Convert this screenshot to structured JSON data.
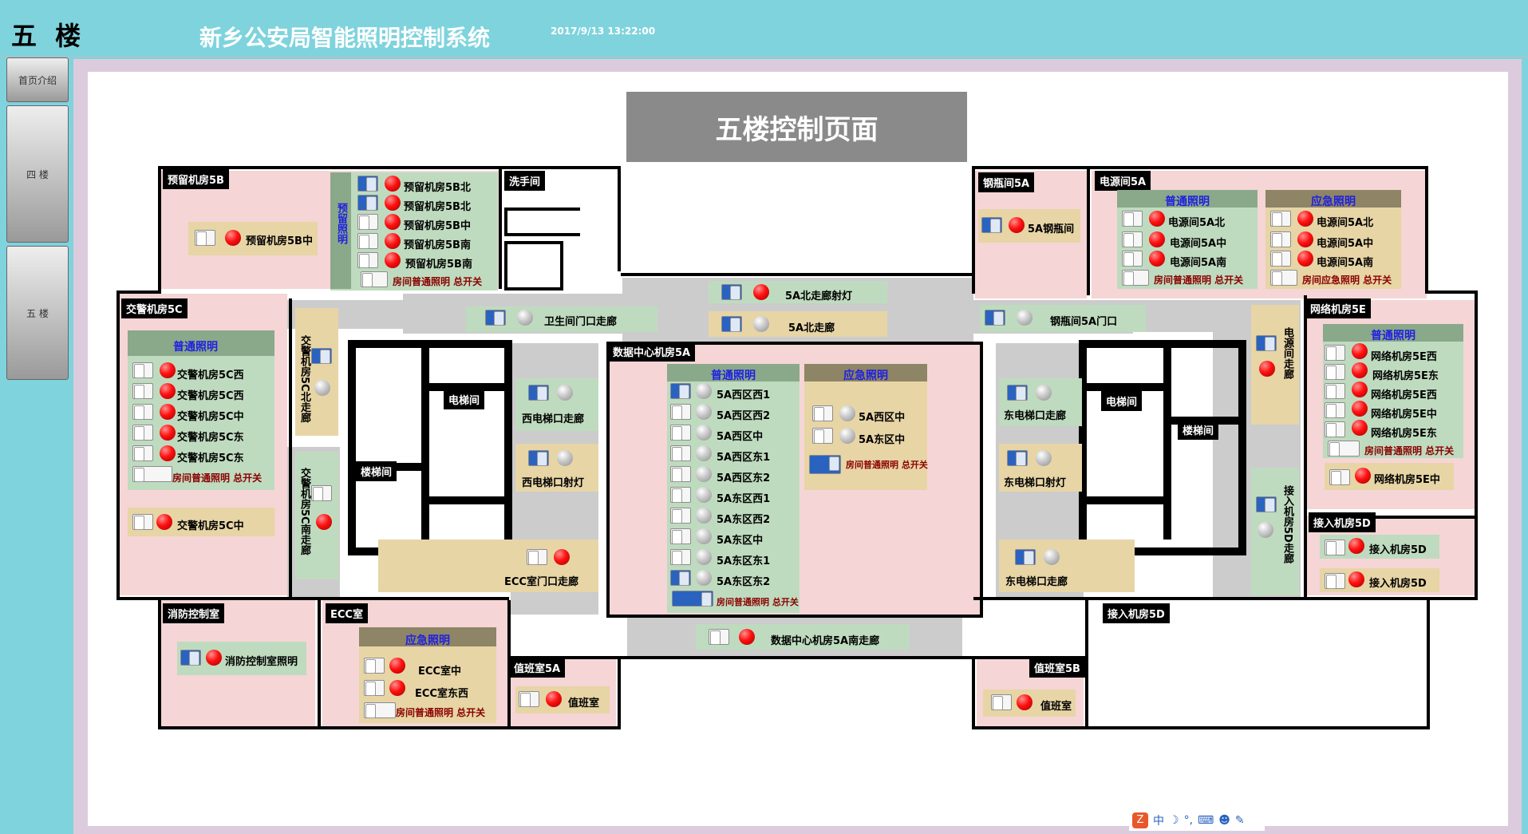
{
  "header": {
    "floor": "五 楼",
    "title": "新乡公安局智能照明控制系统",
    "datetime": "2017/9/13 13:22:00"
  },
  "nav": {
    "items": [
      "首页介绍",
      "四 楼",
      "五 楼"
    ]
  },
  "page": {
    "banner": "五楼控制页面"
  },
  "rooms": {
    "r5b": "预留机房5B",
    "wash": "洗手间",
    "cyl": "钢瓶间5A",
    "pwr": "电源间5A",
    "jiao": "交警机房5C",
    "dc": "数据中心机房5A",
    "net": "网络机房5E",
    "acc": "接入机房5D",
    "accd": "接入机房5D",
    "fire": "消防控制室",
    "ecc": "ECC室",
    "duty5a": "值班室5A",
    "duty5b": "值班室5B",
    "elevL": "电梯间",
    "stairL": "楼梯间",
    "elevR": "电梯间",
    "stairR": "楼梯间"
  },
  "sections": {
    "normal": "普通照明",
    "emergency": "应急照明",
    "reserve_vertical": "预留照明"
  },
  "master": {
    "room_normal": "房间普通照明 总开关",
    "room_emergency": "房间应急照明 总开关"
  },
  "labels": {
    "r5b_mid": "预留机房5B中",
    "r5b_n": "预留机房5B北",
    "r5b_n2": "预留机房5B北",
    "r5b_c": "预留机房5B中",
    "r5b_s": "预留机房5B南",
    "r5b_s2": "预留机房5B南",
    "n_corr": "5A北走廊射灯",
    "n_corr2": "5A北走廊",
    "wash_door": "卫生间门口走廊",
    "cyl_light": "5A钢瓶间",
    "cyl_door": "钢瓶间5A门口",
    "pwr_n1": "电源间5A北",
    "pwr_n2": "电源间5A中",
    "pwr_n3": "电源间5A南",
    "pwr_e1": "电源间5A北",
    "pwr_e2": "电源间5A中",
    "pwr_e3": "电源间5A南",
    "jc_w1": "交警机房5C西",
    "jc_w2": "交警机房5C西",
    "jc_c": "交警机房5C中",
    "jc_e1": "交警机房5C东",
    "jc_e2": "交警机房5C东",
    "jc_mid": "交警机房5C中",
    "jc_ncorr": "交警机房5C北走廊",
    "jc_scorr": "交警机房5C南走廊",
    "w_elev_corr": "西电梯口走廊",
    "w_elev_spot": "西电梯口射灯",
    "ecc_door": "ECC室门口走廊",
    "dc_1": "5A西区西1",
    "dc_2": "5A西区西2",
    "dc_3": "5A西区中",
    "dc_4": "5A西区东1",
    "dc_5": "5A西区东2",
    "dc_6": "5A东区西1",
    "dc_7": "5A东区西2",
    "dc_8": "5A东区中",
    "dc_9": "5A东区东1",
    "dc_10": "5A东区东2",
    "dc_e1": "5A西区中",
    "dc_e2": "5A东区中",
    "dc_scorr": "数据中心机房5A南走廊",
    "e_elev_corr": "东电梯口走廊",
    "e_elev_spot": "东电梯口射灯",
    "e_elev_corr2": "东电梯口走廊",
    "pwr_corr": "电源间走廊",
    "net_1": "网络机房5E西",
    "net_2": "网络机房5E东",
    "net_3": "网络机房5E西",
    "net_4": "网络机房5E中",
    "net_5": "网络机房5E东",
    "net_mid": "网络机房5E中",
    "acc_corr": "接入机房5D走廊",
    "acc_1": "接入机房5D",
    "acc_2": "接入机房5D",
    "fire_light": "消防控制室照明",
    "ecc_c": "ECC室中",
    "ecc_e": "ECC室东西",
    "duty1": "值班室",
    "duty2": "值班室"
  },
  "tray": {
    "lang": "中"
  },
  "colors": {
    "lamp_on": "#ff1010",
    "lamp_off": "#c8c8c8",
    "toggle_on": "#2a62c0",
    "section_text": "#1f1fe0",
    "master_text": "#8b0000"
  }
}
